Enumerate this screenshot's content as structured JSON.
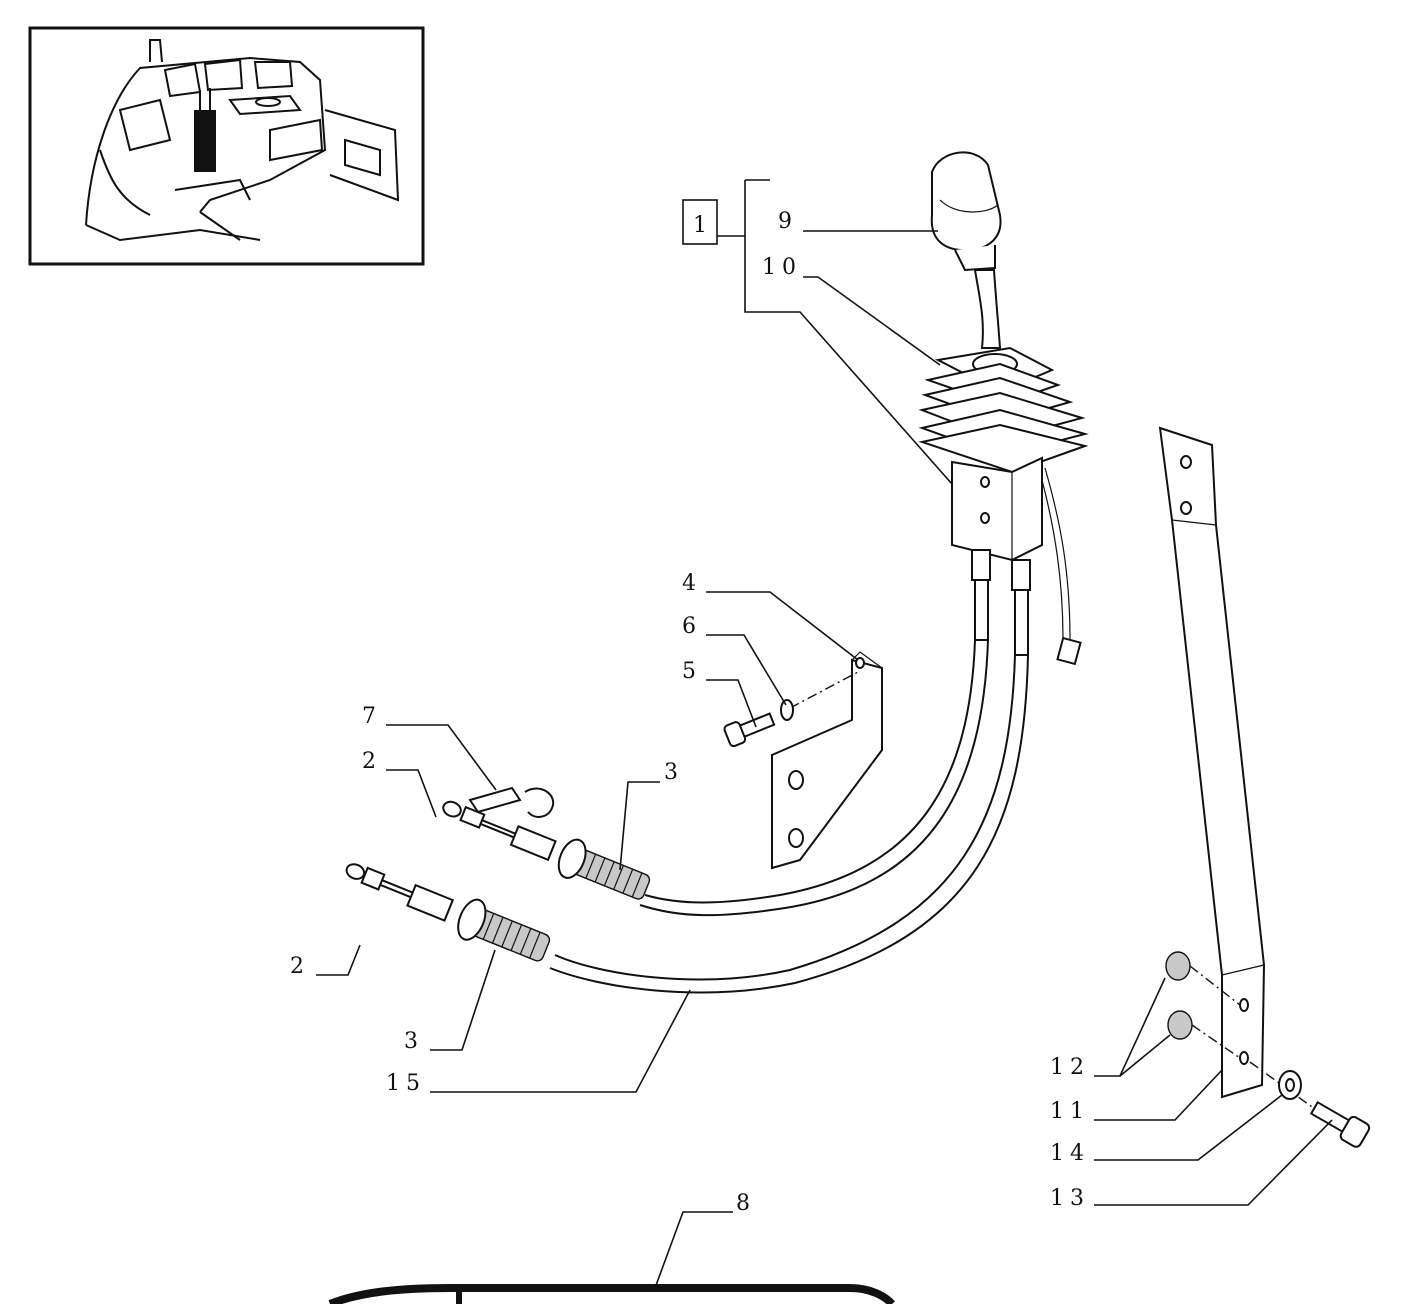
{
  "inset": {
    "description_icon": "tractor-cab-console-icon"
  },
  "group_box": {
    "label": "1"
  },
  "callouts": {
    "c9": "9",
    "c10": "10",
    "c4": "4",
    "c6": "6",
    "c5": "5",
    "c7": "7",
    "c2a": "2",
    "c3a": "3",
    "c2b": "2",
    "c3b": "3",
    "c15": "15",
    "c8": "8",
    "c12": "12",
    "c11": "11",
    "c14": "14",
    "c13": "13"
  }
}
